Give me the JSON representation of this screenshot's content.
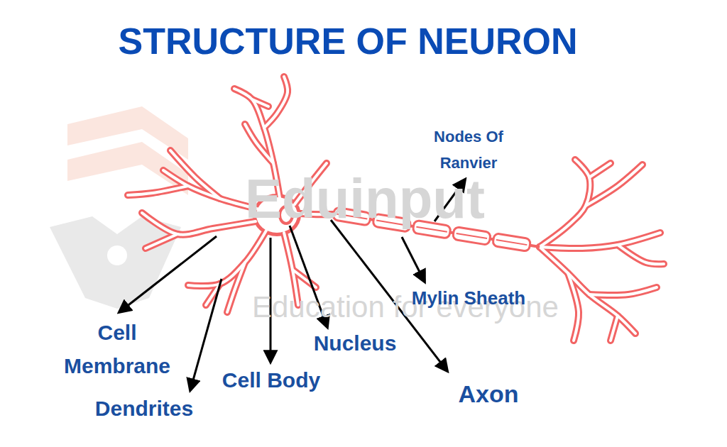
{
  "diagram": {
    "title": "STRUCTURE OF NEURON",
    "labels": [
      "Eduinput",
      "Education for everyone",
      "Nodes Of Ranvier",
      "Mylin Sheath",
      "Cell Membrane",
      "Dendrites",
      "Cell Body",
      "Nucleus",
      "Axon"
    ]
  }
}
